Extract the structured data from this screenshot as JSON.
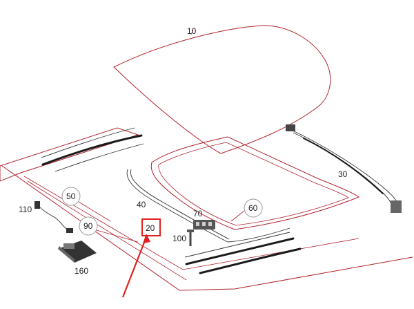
{
  "parts": {
    "roof_panel": "10",
    "highlighted": "20",
    "side_rail": "30",
    "rear_strip": "40",
    "strip_50": "50",
    "drain_hose": "60",
    "bracket": "70",
    "side_strip": "90",
    "screw": "100",
    "connector": "110",
    "control_unit": "160"
  },
  "colors": {
    "outline": "#b0202a",
    "highlight": "#e0201c"
  }
}
